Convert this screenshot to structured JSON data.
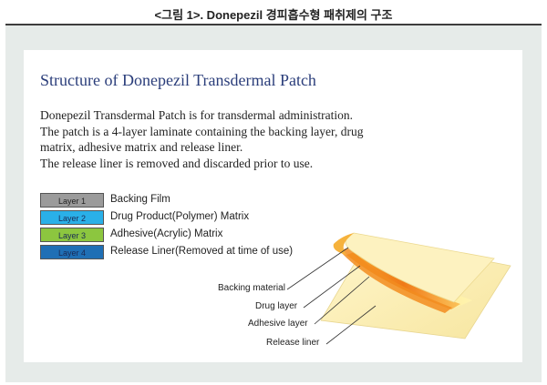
{
  "caption": "<그림 1>. Donepezil 경피흡수형 패취제의 구조",
  "title": "Structure of Donepezil Transdermal Patch",
  "description_lines": [
    "Donepezil Transdermal Patch is for transdermal administration.",
    "The patch is a 4-layer laminate containing the backing layer, drug",
    "matrix, adhesive matrix and release liner.",
    "The release liner is removed and discarded prior to use."
  ],
  "legend": [
    {
      "tag": "Layer 1",
      "label": "Backing Film",
      "color": "#9b9b9b",
      "text_color": "#222222"
    },
    {
      "tag": "Layer 2",
      "label": "Drug Product(Polymer) Matrix",
      "color": "#2ab0e8",
      "text_color": "#1a2a55"
    },
    {
      "tag": "Layer 3",
      "label": "Adhesive(Acrylic) Matrix",
      "color": "#8cc63f",
      "text_color": "#1a2a55"
    },
    {
      "tag": "Layer 4",
      "label": "Release Liner(Removed at time of use)",
      "color": "#1f6fb5",
      "text_color": "#1a2a55"
    }
  ],
  "callouts": [
    "Backing material",
    "Drug layer",
    "Adhesive layer",
    "Release liner"
  ],
  "colors": {
    "title": "#2a3d7a",
    "frame": "#e6ebe9",
    "patch_base": "#fbeeb0",
    "patch_orange": "#f28c1e",
    "patch_yellow": "#ffd23f"
  }
}
